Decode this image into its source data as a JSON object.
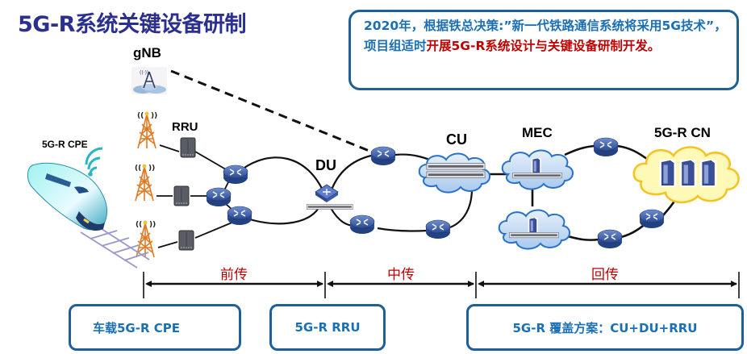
{
  "title": "5G-R系统关键设备研制",
  "info_box": {
    "text_blue_1": "2020年，根据铁总决策:”新一代铁路通信系统将采用5G技术”，项目组适时",
    "text_red": "开展5G-R系统设计与关键设备研制开发。"
  },
  "nodes": {
    "gnb": "gNB",
    "rru": "RRU",
    "cpe": "5G-R CPE",
    "du": "DU",
    "cu": "CU",
    "mec": "MEC",
    "cn": "5G-R CN"
  },
  "segments": [
    {
      "label": "前传"
    },
    {
      "label": "中传"
    },
    {
      "label": "回传"
    }
  ],
  "bottom_boxes": [
    {
      "label": "车载5G-R CPE"
    },
    {
      "label": "5G-R RRU"
    },
    {
      "label": "5G-R 覆盖方案：CU+DU+RRU"
    }
  ],
  "colors": {
    "title": "#2b2f8e",
    "box_border": "#1f5f99",
    "box_text": "#1a6fb5",
    "highlight": "#c00000",
    "tower": "#e07a22",
    "router": "#3a5ba8",
    "cloud_blue": "#cfe2f7",
    "cloud_yellow": "#fff8b0"
  }
}
